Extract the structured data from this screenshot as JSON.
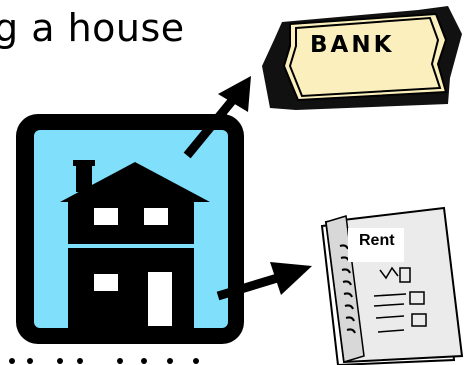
{
  "title": "g a house",
  "bank": {
    "label": "BANK"
  },
  "rent": {
    "label": "Rent"
  },
  "bottom_text": "··· ··· ··· ···",
  "colors": {
    "house_frame": "#000000",
    "house_sky": "#80e0fb",
    "bank_ticket": "#fbf0bd",
    "paper": "#ebebeb"
  },
  "icons": [
    "house-icon",
    "bank-ticket-icon",
    "rent-document-icon",
    "arrow-icon"
  ]
}
